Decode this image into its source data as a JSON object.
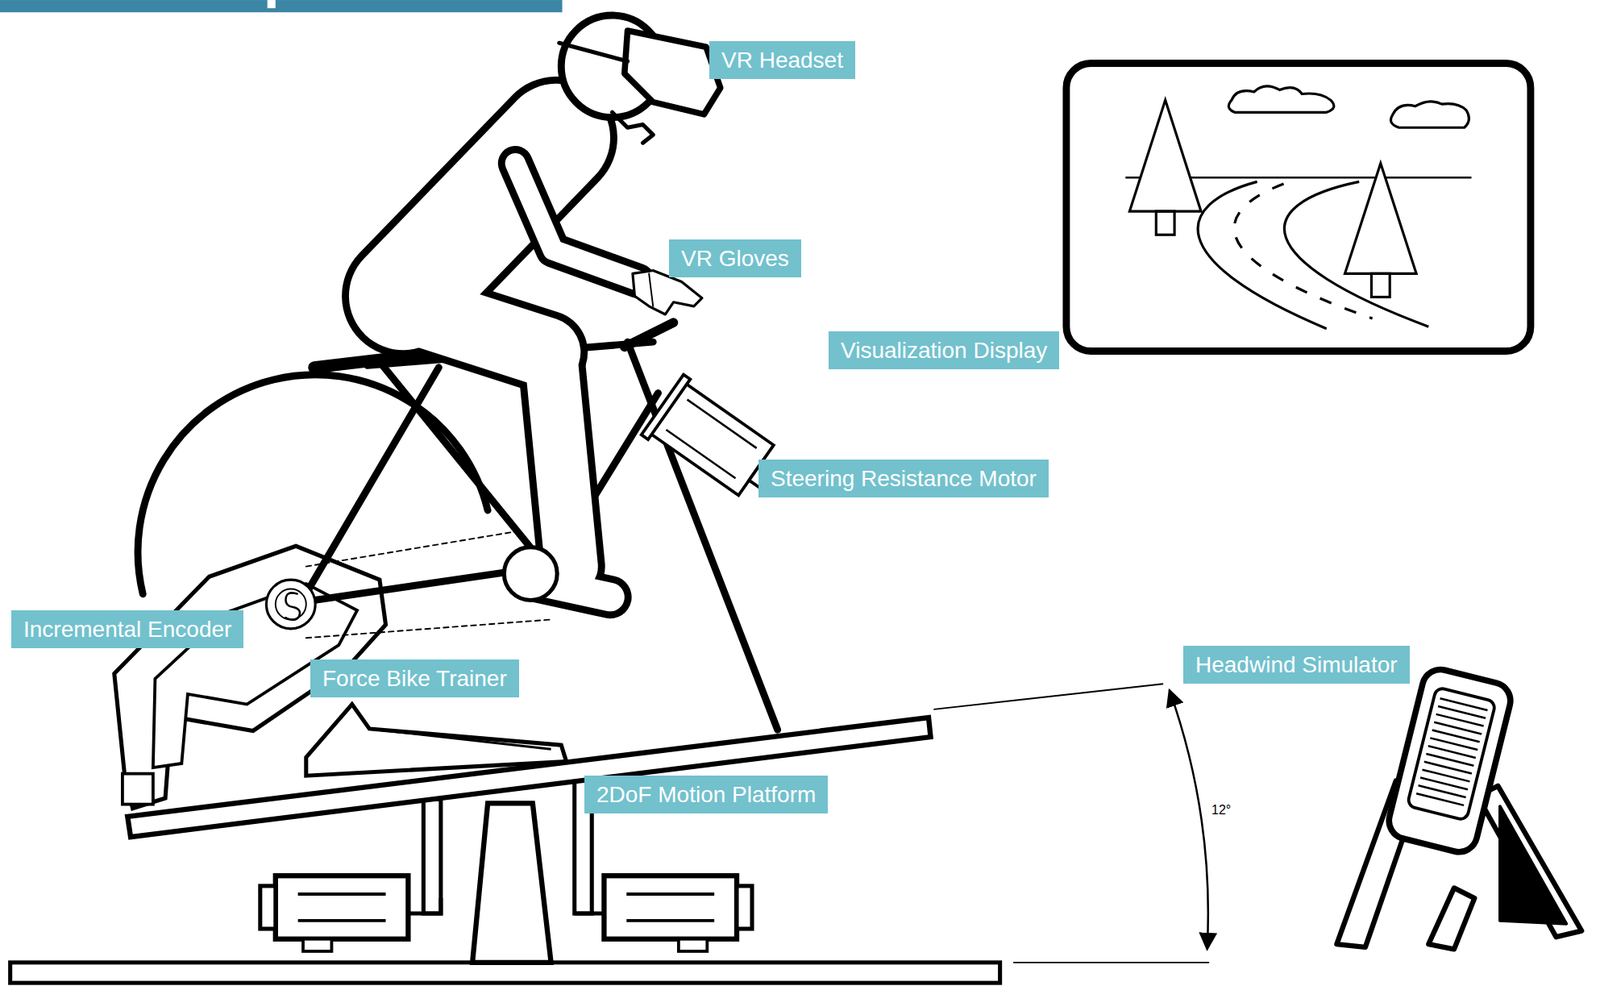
{
  "diagram": {
    "nodes": [
      {
        "text": [
          "VR Headset"
        ]
      },
      {
        "text": [
          "VR Gloves"
        ]
      },
      {
        "text": [
          "Visualization Display"
        ]
      },
      {
        "text": [
          "Steering Resistance Motor"
        ]
      },
      {
        "text": [
          "Incremental Encoder"
        ]
      },
      {
        "text": [
          "Force Bike Trainer"
        ]
      },
      {
        "text": [
          "2DoF Motion Platform"
        ]
      },
      {
        "text": [
          "Headwind Simulator"
        ]
      }
    ],
    "labels": [
      "12°"
    ]
  }
}
